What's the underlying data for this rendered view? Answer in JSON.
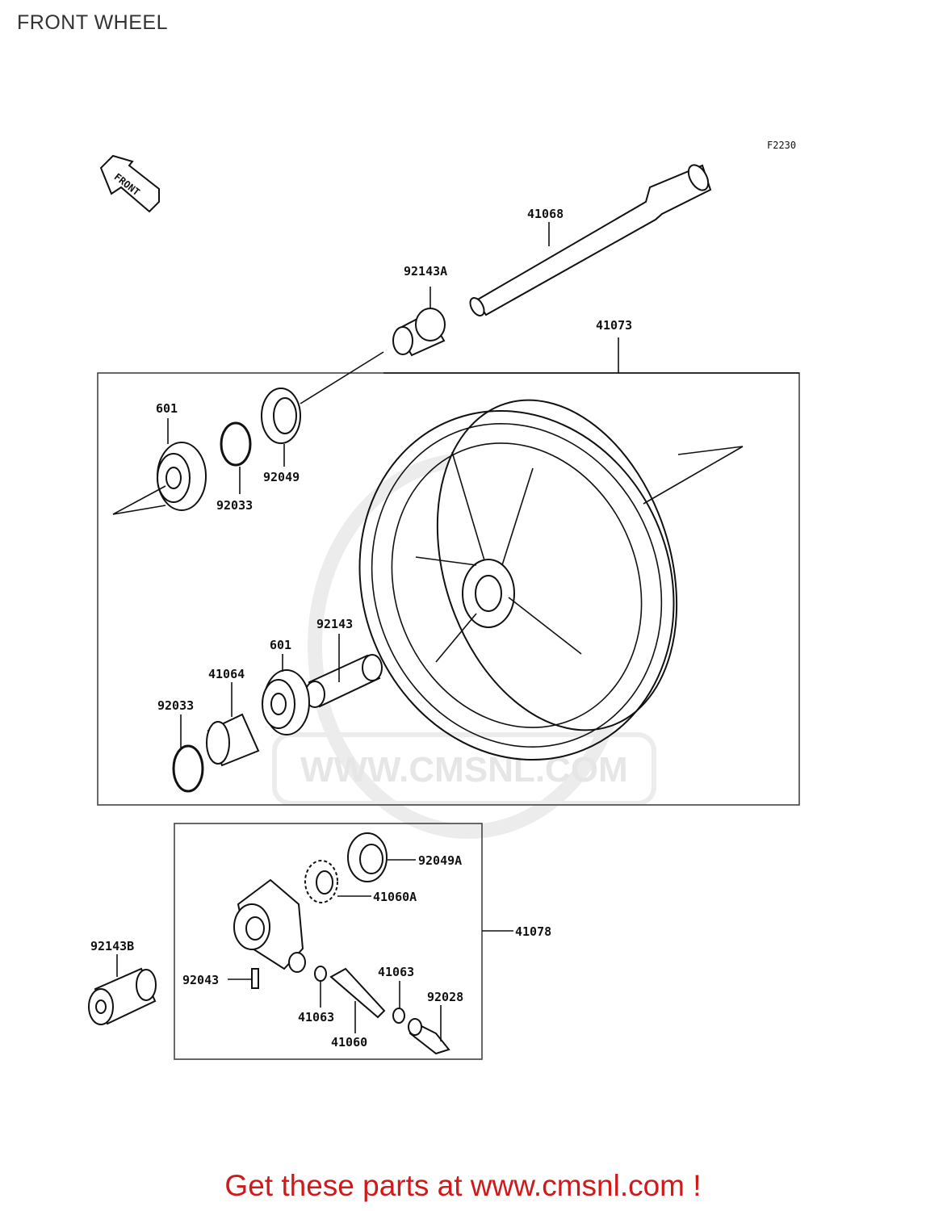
{
  "title": "FRONT WHEEL",
  "diagram_code": "F2230",
  "front_arrow": "FRONT",
  "watermark": "WWW.CMSNL.COM",
  "parts": {
    "p41068": "41068",
    "p92143A": "92143A",
    "p41073": "41073",
    "p601a": "601",
    "p92033a": "92033",
    "p92049": "92049",
    "p92143": "92143",
    "p601b": "601",
    "p41064": "41064",
    "p92033b": "92033",
    "p92049A": "92049A",
    "p41060A": "41060A",
    "p41078": "41078",
    "p92143B": "92143B",
    "p92043": "92043",
    "p41063a": "41063",
    "p92028": "92028",
    "p41063b": "41063",
    "p41060": "41060"
  },
  "footer_link": "Get these parts at www.cmsnl.com !"
}
